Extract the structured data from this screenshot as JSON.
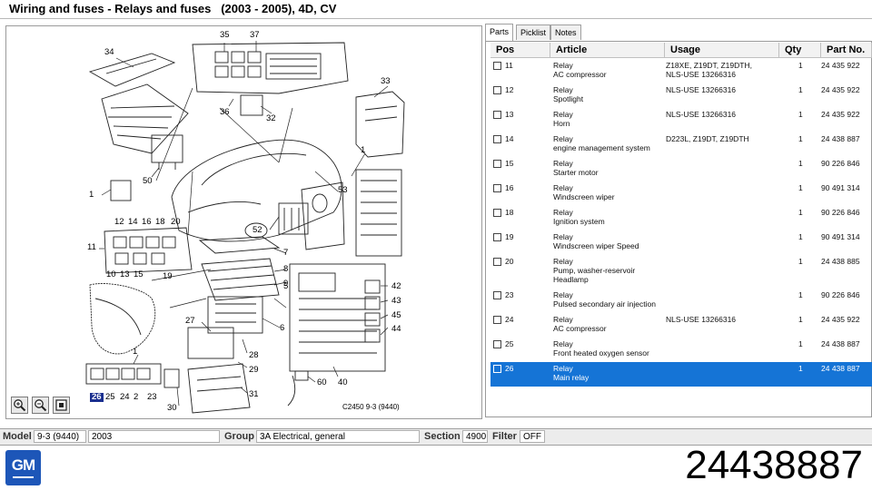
{
  "window": {
    "title": "Wiring and fuses - Relays and fuses   (2003 - 2005), 4D, CV"
  },
  "diagram": {
    "caption": "C2450 9-3 (9440)",
    "callouts": [
      "34",
      "35",
      "37",
      "33",
      "36",
      "32",
      "1",
      "50",
      "53",
      "1",
      "12",
      "14",
      "16",
      "18",
      "20",
      "52",
      "11",
      "10",
      "13",
      "15",
      "19",
      "7",
      "8",
      "9",
      "5",
      "42",
      "43",
      "45",
      "44",
      "27",
      "6",
      "1",
      "28",
      "29",
      "60",
      "40",
      "31",
      "26",
      "25",
      "24",
      "2",
      "23",
      "30"
    ],
    "selected_callout": "26",
    "zoom_tools": [
      "zoom-in-icon",
      "zoom-out-icon",
      "zoom-fit-icon"
    ]
  },
  "tabs": [
    {
      "label": "Parts",
      "active": true
    },
    {
      "label": "Picklist",
      "active": false
    },
    {
      "label": "Notes",
      "active": false
    }
  ],
  "parts_table": {
    "columns": [
      "Pos",
      "Article",
      "Usage",
      "Qty",
      "Part No."
    ],
    "rows": [
      {
        "pos": "11",
        "article": [
          "Relay",
          "AC compressor"
        ],
        "usage": [
          "Z18XE, Z19DT, Z19DTH,",
          "NLS-USE 13266316"
        ],
        "qty": "1",
        "part_no": "24 435 922",
        "selected": false
      },
      {
        "pos": "12",
        "article": [
          "Relay",
          "Spotlight"
        ],
        "usage": [
          "NLS-USE 13266316"
        ],
        "qty": "1",
        "part_no": "24 435 922",
        "selected": false
      },
      {
        "pos": "13",
        "article": [
          "Relay",
          "Horn"
        ],
        "usage": [
          "NLS-USE 13266316"
        ],
        "qty": "1",
        "part_no": "24 435 922",
        "selected": false
      },
      {
        "pos": "14",
        "article": [
          "Relay",
          "engine management system"
        ],
        "usage": [
          "D223L, Z19DT, Z19DTH"
        ],
        "qty": "1",
        "part_no": "24 438 887",
        "selected": false
      },
      {
        "pos": "15",
        "article": [
          "Relay",
          "Starter motor"
        ],
        "usage": [],
        "qty": "1",
        "part_no": "90 226 846",
        "selected": false
      },
      {
        "pos": "16",
        "article": [
          "Relay",
          "Windscreen wiper"
        ],
        "usage": [],
        "qty": "1",
        "part_no": "90 491 314",
        "selected": false
      },
      {
        "pos": "18",
        "article": [
          "Relay",
          "Ignition system"
        ],
        "usage": [],
        "qty": "1",
        "part_no": "90 226 846",
        "selected": false
      },
      {
        "pos": "19",
        "article": [
          "Relay",
          "Windscreen wiper  Speed"
        ],
        "usage": [],
        "qty": "1",
        "part_no": "90 491 314",
        "selected": false
      },
      {
        "pos": "20",
        "article": [
          "Relay",
          "Pump, washer-reservoir",
          "Headlamp"
        ],
        "usage": [],
        "qty": "1",
        "part_no": "24 438 885",
        "selected": false
      },
      {
        "pos": "23",
        "article": [
          "Relay",
          "Pulsed secondary air injection"
        ],
        "usage": [],
        "qty": "1",
        "part_no": "90 226 846",
        "selected": false
      },
      {
        "pos": "24",
        "article": [
          "Relay",
          "AC compressor"
        ],
        "usage": [
          "NLS-USE 13266316"
        ],
        "qty": "1",
        "part_no": "24 435 922",
        "selected": false
      },
      {
        "pos": "25",
        "article": [
          "Relay",
          "Front heated oxygen sensor"
        ],
        "usage": [],
        "qty": "1",
        "part_no": "24 438 887",
        "selected": false
      },
      {
        "pos": "26",
        "article": [
          "Relay",
          "Main relay"
        ],
        "usage": [],
        "qty": "1",
        "part_no": "24 438 887",
        "selected": true
      }
    ]
  },
  "statusbar": {
    "model_label": "Model",
    "model_value": "9-3 (9440)",
    "year_value": "2003",
    "group_label": "Group",
    "group_value": "3A Electrical, general",
    "section_label": "Section",
    "section_value": "4900",
    "filter_label": "Filter",
    "filter_value": "OFF"
  },
  "branding": {
    "logo_text": "GM",
    "logo_color": "#1d56b8",
    "part_number": "24438887"
  },
  "colors": {
    "selection": "#1574d6",
    "selected_callout": "#1a2f8f"
  }
}
